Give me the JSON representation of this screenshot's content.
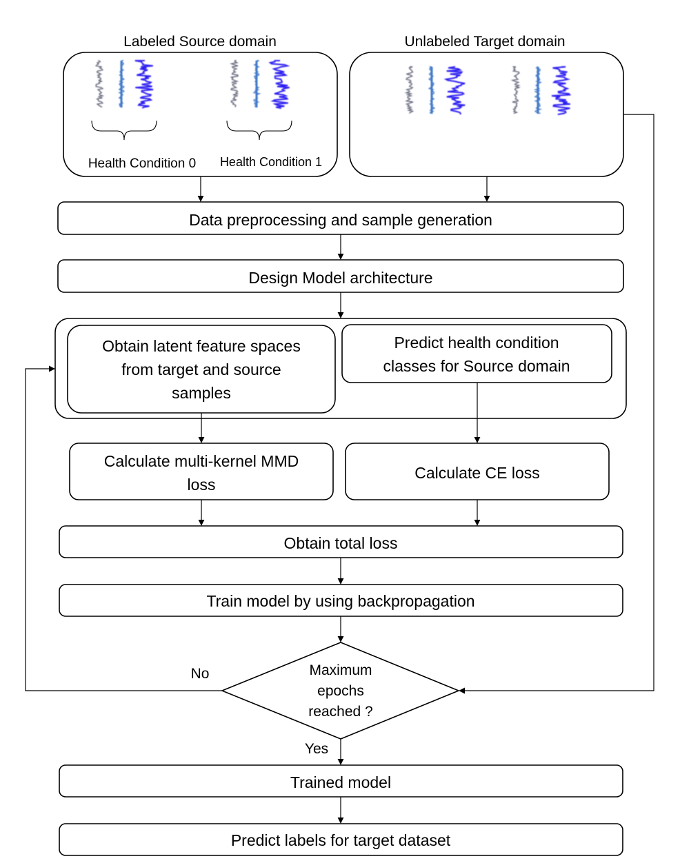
{
  "source_domain": {
    "title": "Labeled Source domain",
    "condition_0": "Health Condition 0",
    "condition_1": "Health Condition 1"
  },
  "target_domain": {
    "title": "Unlabeled Target domain"
  },
  "steps": {
    "preprocess": "Data preprocessing and sample generation",
    "design": "Design Model architecture",
    "latent_line1": "Obtain latent feature spaces",
    "latent_line2": "from target and source",
    "latent_line3": "samples",
    "predict_line1": "Predict health condition",
    "predict_line2": "classes for Source domain",
    "mmd_line1": "Calculate multi-kernel MMD",
    "mmd_line2": "loss",
    "ce": "Calculate CE loss",
    "total": "Obtain total loss",
    "train": "Train model by using backpropagation",
    "decision_line1": "Maximum",
    "decision_line2": "epochs",
    "decision_line3": "reached ?",
    "no": "No",
    "yes": "Yes",
    "trained": "Trained model",
    "predict_target": "Predict labels for target dataset"
  },
  "colors": {
    "signal_gray": "#5c5f73",
    "signal_steel": "#3f78c8",
    "signal_blue": "#2a1cf0"
  }
}
